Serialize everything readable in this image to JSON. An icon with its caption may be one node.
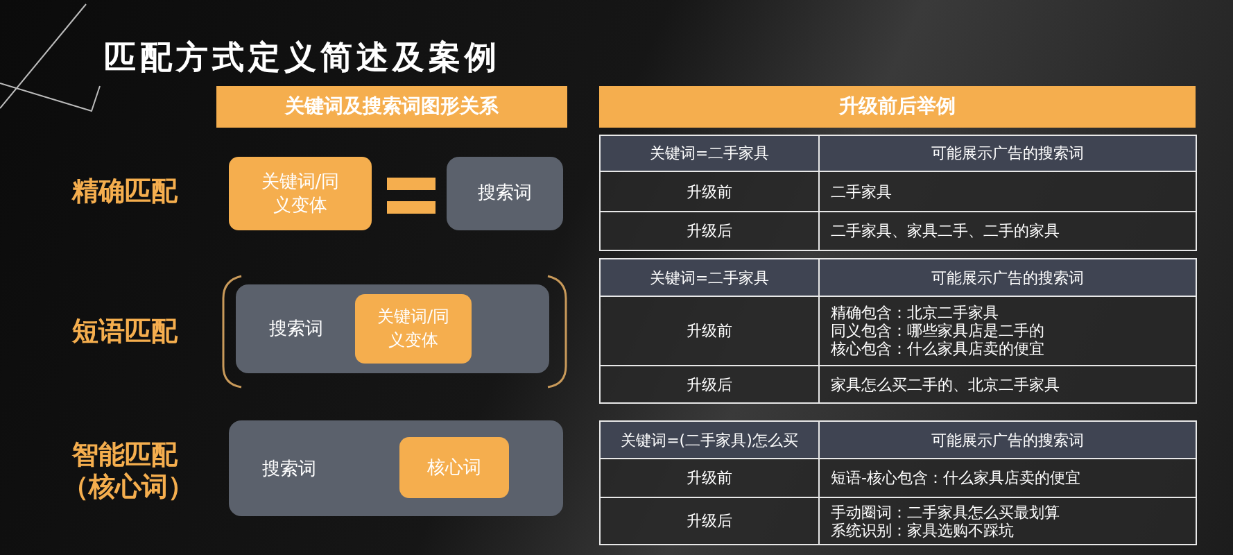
{
  "diagram": {
    "title": "匹配方式定义简述及案例",
    "nodes": [
      {
        "text": [
          "关键词及搜索词图形关系"
        ]
      },
      {
        "text": [
          "升级前后举例"
        ]
      },
      {
        "text": [
          "关键词/同义变体"
        ]
      },
      {
        "text": [
          "搜索词"
        ]
      },
      {
        "text": [
          "搜索词"
        ]
      },
      {
        "text": [
          "关键词/同义变体"
        ],
        "in": 4
      },
      {
        "text": [
          "搜索词"
        ]
      },
      {
        "text": [
          "核心词"
        ],
        "in": 6
      }
    ],
    "labels": [
      "精确匹配",
      "短语匹配",
      "智能匹配",
      "（核心词）",
      "关键词=二手家具",
      "可能展示广告的搜索词",
      "升级前",
      "二手家具",
      "升级后",
      "二手家具、家具二手、二手的家具",
      "关键词=二手家具",
      "可能展示广告的搜索词",
      "升级前",
      "精确包含：北京二手家具",
      "同义包含：哪些家具店是二手的",
      "核心包含：什么家具店卖的便宜",
      "升级后",
      "家具怎么买二手的、北京二手家具",
      "关键词=(二手家具)怎么买",
      "可能展示广告的搜索词",
      "升级前",
      "短语-核心包含：什么家具店卖的便宜",
      "升级后",
      "手动圈词：二手家具怎么买最划算",
      "系统识别：家具选购不踩坑"
    ]
  }
}
